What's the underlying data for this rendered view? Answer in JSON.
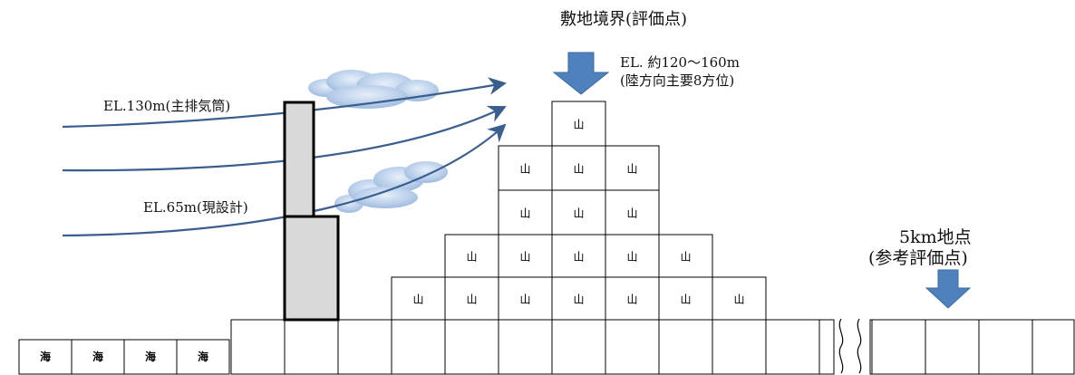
{
  "title": "敷地境界(評価点)",
  "boundary_elevation": "EL. 約120～160m",
  "boundary_directions": "(陸方向主要8方位)",
  "stack_main_label": "EL.130m(主排気筒)",
  "stack_current_label": "EL.65m(現設計)",
  "ref_point_title": "5km地点",
  "ref_point_sub": "(参考評価点)",
  "mountain_label": "山",
  "sea_label": "海",
  "colors": {
    "arrow_fill": "#4f81bd",
    "plume_line": "#3a5f8f",
    "stack_fill": "#d9d9d9",
    "cloud_fill": "#a9c4e6"
  }
}
